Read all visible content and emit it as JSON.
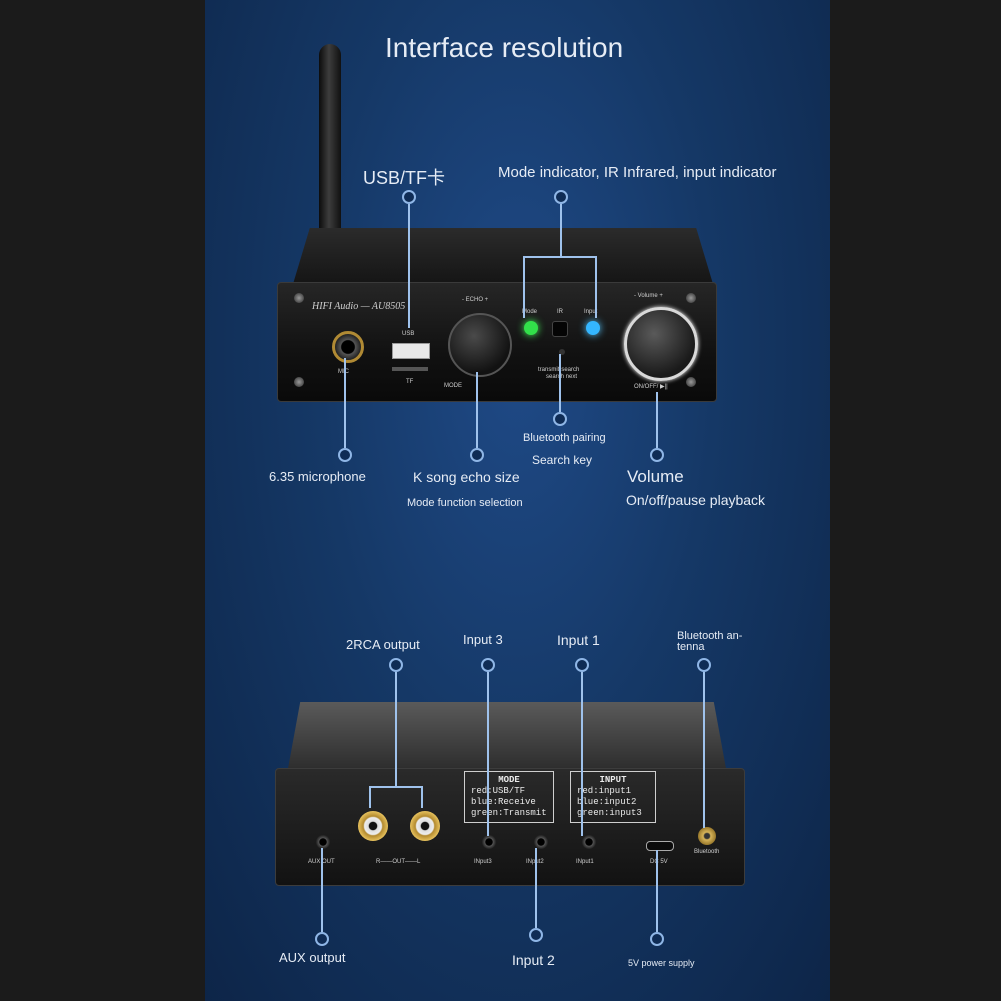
{
  "title": "Interface resolution",
  "front": {
    "brand": "HIFI Audio — AU8505",
    "usb": "USB",
    "tf": "TF",
    "mic": "MIC",
    "echo": "- ECHO +",
    "mode_knob": "MODE",
    "mode_small": "Mode",
    "ir_small": "IR",
    "input_small": "Input",
    "volume": "- Volume +",
    "onoff": "ON/OFF/ ▶||",
    "transmit": "transmit-search",
    "search_next": "search next"
  },
  "rear": {
    "mode_box": {
      "title": "MODE",
      "lines": [
        "red:USB/TF",
        "blue:Receive",
        "green:Transmit"
      ]
    },
    "input_box": {
      "title": "INPUT",
      "lines": [
        "red:input1",
        "blue:input2",
        "green:input3"
      ]
    },
    "aux": "AUX OUT",
    "out": "R——OUT——L",
    "in3": "INput3",
    "in2": "INput2",
    "in1": "INput1",
    "dc": "DC 5V",
    "bt": "Bluetooth"
  },
  "labels": {
    "usb_tf": "USB/TF卡",
    "mode_indicator": "Mode indicator, IR Infrared, input indicator",
    "microphone": "6.35 microphone",
    "echo_size": "K song echo size",
    "mode_function": "Mode function selection",
    "bt_pairing": "Bluetooth pairing",
    "search_key": "Search key",
    "volume": "Volume",
    "onoff_pause": "On/off/pause playback",
    "rca_output": "2RCA output",
    "input3": "Input 3",
    "input1": "Input 1",
    "bt_antenna_1": "Bluetooth an-",
    "bt_antenna_2": "tenna",
    "aux_output": "AUX output",
    "input2": "Input 2",
    "power": "5V power supply"
  }
}
